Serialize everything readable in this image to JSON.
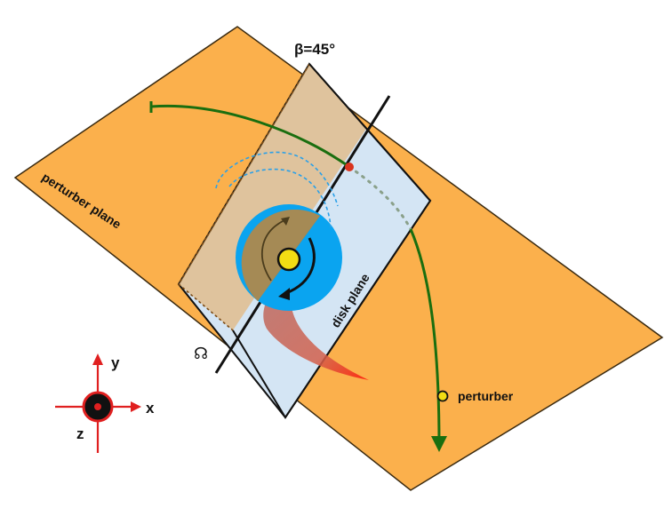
{
  "labels": {
    "beta": "β=45°",
    "perturber_plane": "perturber plane",
    "disk_plane": "disk plane",
    "node_symbol": "☊",
    "perturber": "perturber",
    "axis_x": "x",
    "axis_y": "y",
    "axis_z": "z"
  },
  "colors": {
    "perturber_plane": "#fbb04c",
    "disk_plane": "#d4e5f4",
    "disk": "#0aa4f0",
    "orbit": "#1a6e0f",
    "star": "#f2dd14",
    "node_marker": "#d9341e",
    "axis": "#e02020",
    "tail_red": "#ff2a10"
  }
}
